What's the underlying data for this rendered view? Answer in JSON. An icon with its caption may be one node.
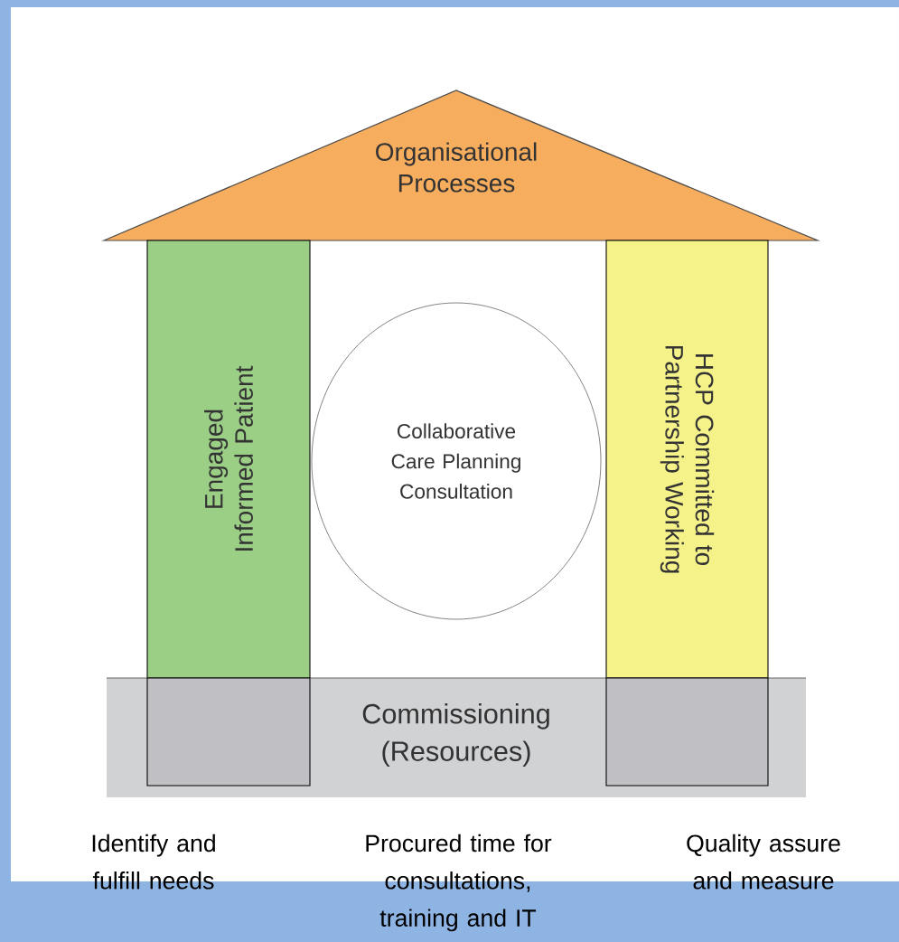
{
  "diagram": {
    "nodes": [
      {
        "text": [
          "Organisational Processes"
        ]
      },
      {
        "text": [
          "Engaged Informed Patient"
        ]
      },
      {
        "text": [
          "Collaborative Care Planning Consultation"
        ]
      },
      {
        "text": [
          "HCP Committed to Partnership Working"
        ]
      },
      {
        "text": [
          "Commissioning (Resources)"
        ]
      },
      {
        "text": [],
        "shape": "box",
        "in": 4
      },
      {
        "text": [],
        "shape": "box",
        "in": 4
      }
    ],
    "labels": [
      "Identify and fulfill needs",
      "Procured time for consultations, training and IT",
      "Quality assure and measure"
    ]
  }
}
